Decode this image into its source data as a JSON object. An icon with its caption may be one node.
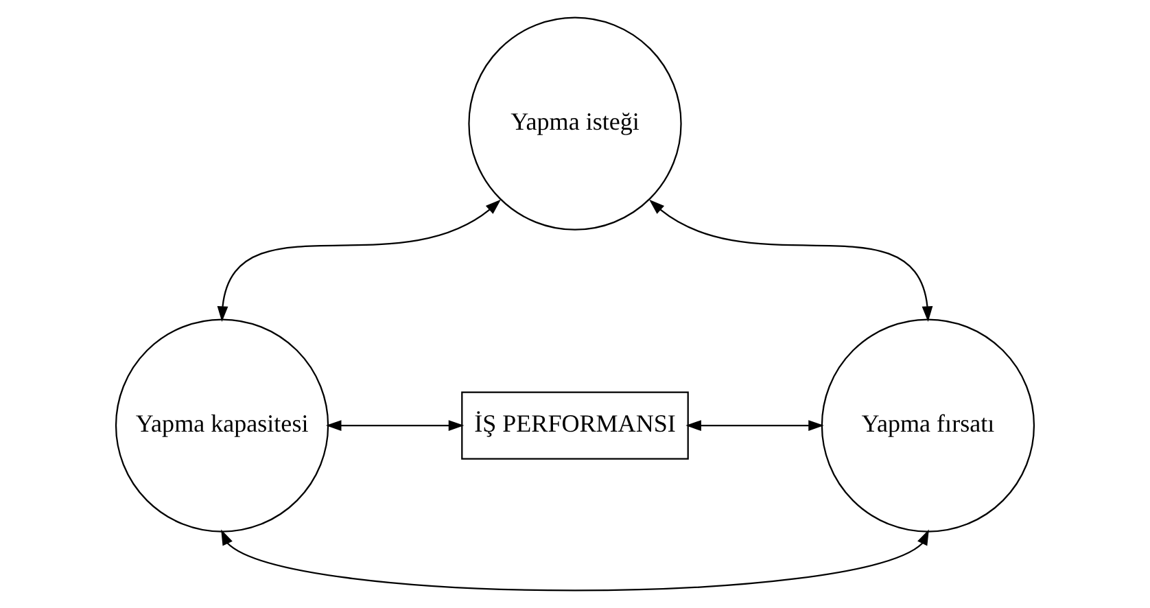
{
  "diagram": {
    "nodes": [
      {
        "text": [
          "Yapma isteği"
        ]
      },
      {
        "text": [
          "Yapma kapasitesi"
        ]
      },
      {
        "text": [
          "İŞ PERFORMANSI"
        ]
      },
      {
        "text": [
          "Yapma fırsatı"
        ]
      }
    ],
    "edges": [
      {
        "from": 1,
        "to": 0,
        "arrow": "both"
      },
      {
        "from": 0,
        "to": 3,
        "arrow": "both"
      },
      {
        "from": 1,
        "to": 2,
        "arrow": "both"
      },
      {
        "from": 2,
        "to": 3,
        "arrow": "both"
      },
      {
        "from": 1,
        "to": 3,
        "arrow": "both"
      }
    ]
  }
}
